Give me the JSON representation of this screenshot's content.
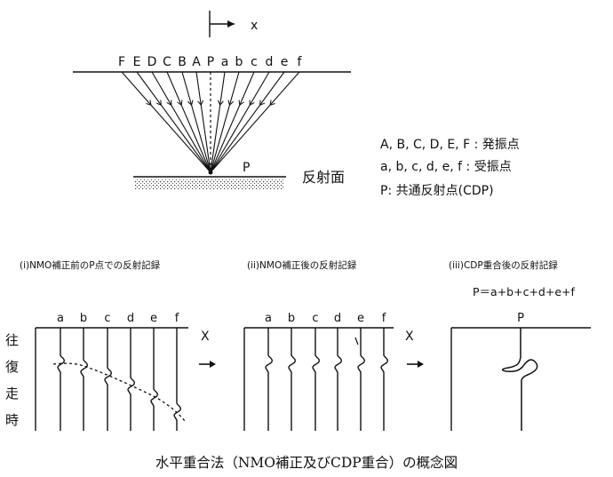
{
  "top": {
    "axis_label": "x",
    "source_labels": [
      "F",
      "E",
      "D",
      "C",
      "B",
      "A"
    ],
    "center_label": "P",
    "receiver_labels": [
      "a",
      "b",
      "c",
      "d",
      "e",
      "f"
    ],
    "reflection_point_label": "P",
    "reflector_label": "反射面"
  },
  "legend": {
    "sources": "A, B, C, D, E, F  :  発振点",
    "receivers": "a, b, c, d, e, f  :  受振点",
    "cdp": "P:  共通反射点(CDP)"
  },
  "panels": [
    {
      "title": "(i)NMO補正前のP点での反射記録",
      "traces": [
        "a",
        "b",
        "c",
        "d",
        "e",
        "f"
      ],
      "axis_label": "X",
      "time_label": [
        "往",
        "復",
        "走",
        "時"
      ]
    },
    {
      "title": "(ii)NMO補正後の反射記録",
      "traces": [
        "a",
        "b",
        "c",
        "d",
        "e",
        "f"
      ],
      "axis_label": "X"
    },
    {
      "title": "(iii)CDP重合後の反射記録",
      "formula": "P＝a+b+c+d+e+f",
      "trace": "P"
    }
  ],
  "caption": "水平重合法（NMO補正及びCDP重合）の概念図"
}
